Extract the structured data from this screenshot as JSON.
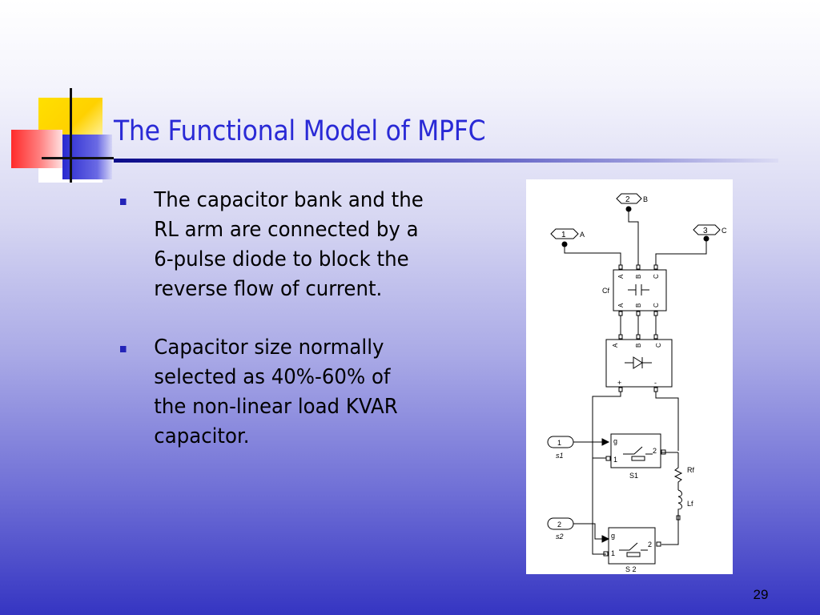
{
  "slide": {
    "title": "The Functional Model of MPFC",
    "page_number": "29"
  },
  "bullets": [
    {
      "text": "The capacitor bank and the\nRL arm are connected by a\n6-pulse diode to block the\nreverse flow of current."
    },
    {
      "text": "Capacitor size normally\nselected as 40%-60% of\nthe non-linear load KVAR\ncapacitor."
    }
  ],
  "diagram": {
    "ports": [
      {
        "number": "2",
        "label": "B"
      },
      {
        "number": "1",
        "label": "A"
      },
      {
        "number": "3",
        "label": "C"
      }
    ],
    "cap_block": {
      "name": "Cf",
      "top_pins": [
        "A",
        "B",
        "C"
      ],
      "bottom_pins": [
        "A",
        "B",
        "C"
      ]
    },
    "diode_block": {
      "top_pins": [
        "A",
        "B",
        "C"
      ],
      "plus": "+",
      "minus": "-"
    },
    "inputs": [
      {
        "number": "1",
        "label": "s1"
      },
      {
        "number": "2",
        "label": "s2"
      }
    ],
    "switches": [
      {
        "name": "S1",
        "g": "g",
        "pin1": "1",
        "pin2": "2"
      },
      {
        "name": "S 2",
        "g": "g",
        "pin1": "1",
        "pin2": "2"
      }
    ],
    "resistor": "Rf",
    "inductor": "Lf"
  },
  "colors": {
    "title": "#2a2ad6",
    "bullet": "#2323b8",
    "background_bottom": "#3535c2"
  }
}
